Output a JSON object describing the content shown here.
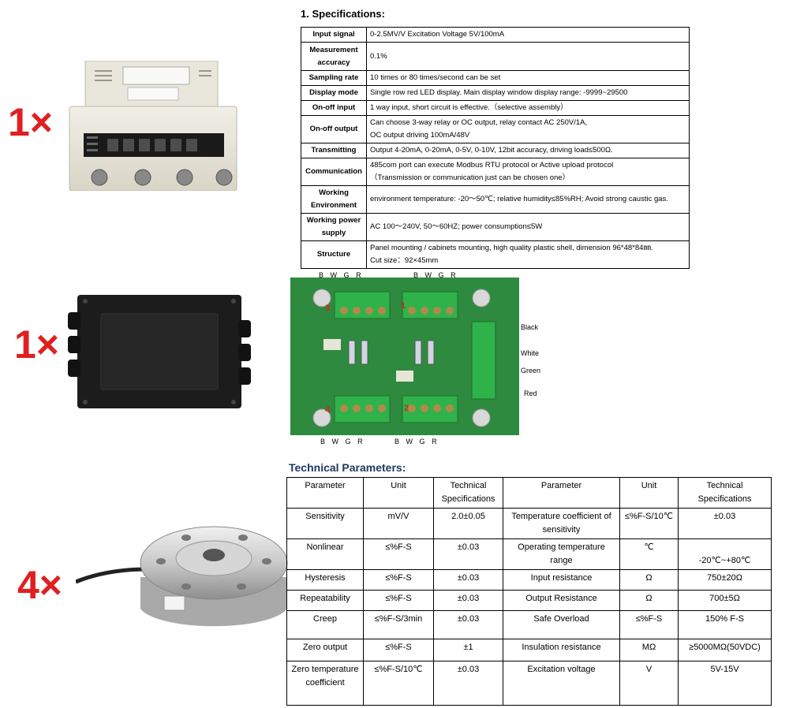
{
  "quantities": {
    "indicator": "1×",
    "junction_box": "1×",
    "load_cell": "4×"
  },
  "specs": {
    "title": "1.  Specifications:",
    "rows": [
      {
        "key": "Input signal",
        "lines": [
          "0-2.5MV/V    Excitation Voltage 5V/100mA"
        ]
      },
      {
        "key": "Measurement accuracy",
        "lines": [
          "0.1%"
        ]
      },
      {
        "key": "Sampling rate",
        "lines": [
          "10 times or 80 times/second can be set"
        ]
      },
      {
        "key": "Display mode",
        "lines": [
          "Single row red LED display. Main display window display range: -9999~29500"
        ]
      },
      {
        "key": "On-off input",
        "lines": [
          "1 way input, short circuit is effective.（selective assembly）"
        ]
      },
      {
        "key": "On-off output",
        "lines": [
          "Can choose 3-way relay or OC output, relay contact AC 250V/1A,",
          "OC output driving 100mA/48V"
        ]
      },
      {
        "key": "Transmitting",
        "lines": [
          "Output 4-20mA, 0-20mA, 0-5V, 0-10V, 12bit accuracy, driving load≤500Ω."
        ]
      },
      {
        "key": "Communication",
        "lines": [
          "485com port can execute Modbus RTU protocol or Active upload protocol",
          "（Transmission or communication just can be chosen one）"
        ]
      },
      {
        "key": "Working Environment",
        "lines": [
          "environment temperature: -20～50℃;     relative humidity≤85%RH; Avoid strong caustic gas."
        ]
      },
      {
        "key": "Working power supply",
        "lines": [
          "AC 100～240V, 50～60HZ; power consumption≤5W"
        ]
      },
      {
        "key": "Structure",
        "lines": [
          "Panel mounting / cabinets mounting, high quality plastic shell, dimension 96*48*84㎜.",
          "Cut size：92×45mm"
        ]
      }
    ]
  },
  "board": {
    "top_left": [
      "B",
      "W",
      "G",
      "R"
    ],
    "top_right": [
      "B",
      "W",
      "G",
      "R"
    ],
    "bottom_left": [
      "B",
      "W",
      "G",
      "R"
    ],
    "bottom_right": [
      "B",
      "W",
      "G",
      "R"
    ],
    "right_labels": [
      "Black",
      "White",
      "Green",
      "Red"
    ],
    "numbers": [
      "3",
      "1",
      "4",
      "2"
    ]
  },
  "tech": {
    "title": "Technical Parameters:",
    "header": [
      "Parameter",
      "Unit",
      "Technical Specifications",
      "Parameter",
      "Unit",
      "Technical Specifications"
    ],
    "rows": [
      [
        "Sensitivity",
        "mV/V",
        "2.0±0.05",
        "Temperature coefficient of sensitivity",
        "≤%F-S/10℃",
        "±0.03"
      ],
      [
        "Nonlinear",
        "≤%F-S",
        "±0.03",
        "Operating temperature range",
        "℃",
        "-20℃~+80℃"
      ],
      [
        "Hysteresis",
        "≤%F-S",
        "±0.03",
        "Input resistance",
        "Ω",
        "750±20Ω"
      ],
      [
        "Repeatability",
        "≤%F-S",
        "±0.03",
        "Output Resistance",
        "Ω",
        "700±5Ω"
      ],
      [
        "Creep",
        "≤%F-S/3min",
        "±0.03",
        "Safe Overload",
        "≤%F-S",
        "150% F-S"
      ],
      [
        "Zero output",
        "≤%F-S",
        "±1",
        "Insulation resistance",
        "MΩ",
        "≥5000MΩ(50VDC)"
      ],
      [
        "Zero temperature coefficient",
        "≤%F-S/10℃",
        "±0.03",
        "Excitation voltage",
        "V",
        "5V-15V"
      ]
    ]
  },
  "colors": {
    "qty": "#e02020",
    "board": "#2e8a3e",
    "terminal": "#2fb24a",
    "tech_title": "#1f3864"
  }
}
